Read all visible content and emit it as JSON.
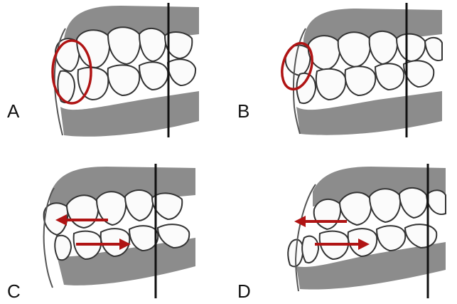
{
  "panels": [
    {
      "label": "A",
      "marker": "circle",
      "view": "lateral-occlusion"
    },
    {
      "label": "B",
      "marker": "circle",
      "view": "lateral-occlusion"
    },
    {
      "label": "C",
      "marker": "arrows",
      "view": "lateral-occlusion"
    },
    {
      "label": "D",
      "marker": "arrows",
      "view": "lateral-occlusion"
    }
  ],
  "colors": {
    "marker": "#b01414",
    "reference_line": "#111111",
    "gum": "#8c8c8c",
    "tooth_fill": "#fbfbfb",
    "tooth_outline": "#333333",
    "background": "#ffffff"
  }
}
